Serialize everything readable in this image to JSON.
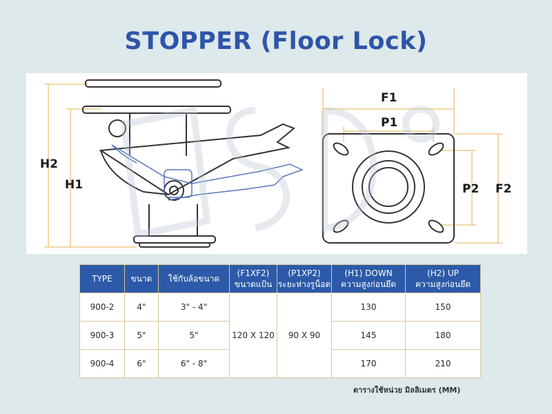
{
  "title": "STOPPER (Floor Lock)",
  "labels": {
    "h2": "H2",
    "h1": "H1",
    "f1": "F1",
    "p1": "P1",
    "p2": "P2",
    "f2": "F2"
  },
  "table": {
    "headers": [
      {
        "top": "TYPE",
        "bottom": ""
      },
      {
        "top": "ขนาด",
        "bottom": ""
      },
      {
        "top": "ใช้กับล้อขนาด",
        "bottom": ""
      },
      {
        "top": "(F1XF2)",
        "bottom": "ขนาดแป้น"
      },
      {
        "top": "(P1XP2)",
        "bottom": "ระยะห่างรูน็อต"
      },
      {
        "top": "(H1) DOWN",
        "bottom": "ความสูงก่อนยึด"
      },
      {
        "top": "(H2) UP",
        "bottom": "ความสูงก่อนยึด"
      }
    ],
    "rows": [
      {
        "type": "900-2",
        "size": "4\"",
        "wheel": "3\" - 4\"",
        "h1": "130",
        "h2": "150"
      },
      {
        "type": "900-3",
        "size": "5\"",
        "wheel": "5\"",
        "h1": "145",
        "h2": "180"
      },
      {
        "type": "900-4",
        "size": "6\"",
        "wheel": "6\" - 8\"",
        "h1": "170",
        "h2": "210"
      }
    ],
    "plate": "120 X 120",
    "bolt": "90 X 90",
    "unit_note": "ตารางใช้หน่วย มิลลิเมตร (MM)"
  },
  "colors": {
    "title": "#2f54a8",
    "header_bg": "#2c5aa8",
    "border": "#d9c79a",
    "drawing_stroke": "#333333",
    "drawing_blue": "#5577bb",
    "dim_line": "#e4b14d"
  }
}
